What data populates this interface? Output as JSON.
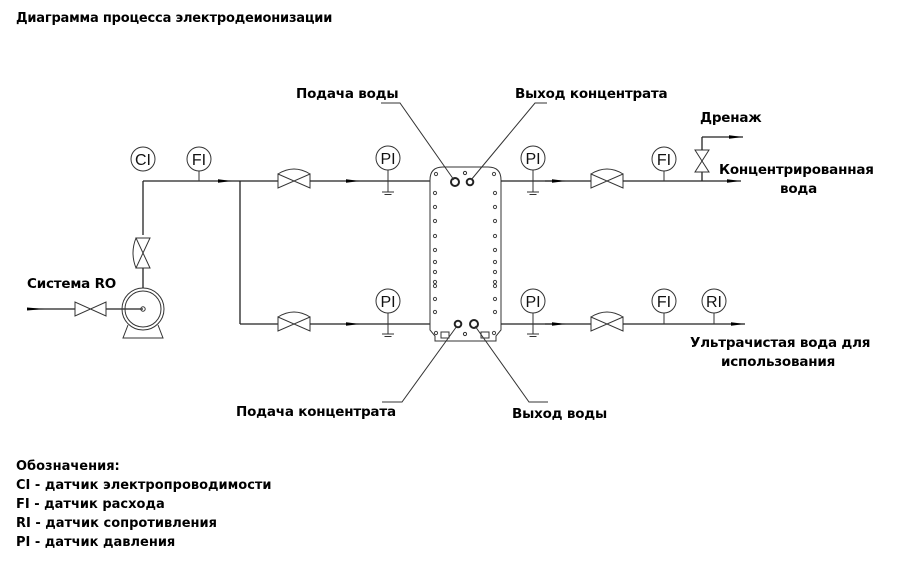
{
  "title": "Диаграмма процесса электродеионизации",
  "labels": {
    "ro_system": "Система RO",
    "water_feed": "Подача воды",
    "concentrate_out": "Выход концентрата",
    "drain": "Дренаж",
    "concentrated_water_1": "Концентрированная",
    "concentrated_water_2": "вода",
    "ultrapure_1": "Ультрачистая вода для",
    "ultrapure_2": "использования",
    "concentrate_feed": "Подача концентрата",
    "water_out": "Выход воды"
  },
  "instruments": {
    "ci": "CI",
    "fi_inlet": "FI",
    "pi_top_in": "PI",
    "pi_bottom_in": "PI",
    "pi_top_out": "PI",
    "pi_bottom_out": "PI",
    "fi_concentrate": "FI",
    "fi_product": "FI",
    "ri_product": "RI"
  },
  "legend": {
    "heading": "Обозначения:",
    "items": [
      "CI - датчик электропроводимости",
      "FI - датчик расхода",
      "RI - датчик сопротивления",
      "PI - датчик давления"
    ]
  }
}
